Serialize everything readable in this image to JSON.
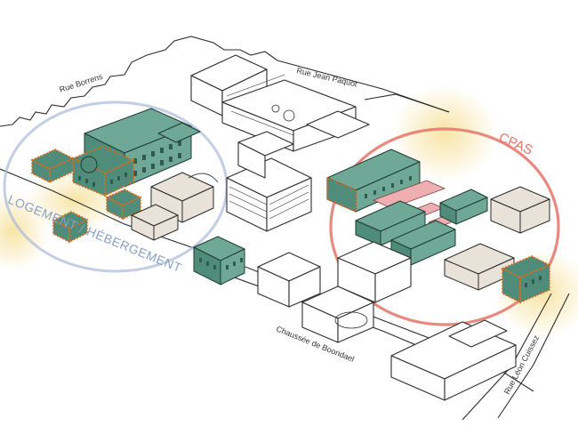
{
  "streets": {
    "borrens": "Rue Borrens",
    "jean_paquot": "Rue Jean Paquot",
    "boondael": "Chaussée de Boondael",
    "leon_cuissez": "Rue Léon Cuissez"
  },
  "zones": {
    "cpas": {
      "label": "CPAS",
      "color": "#e57368"
    },
    "logement": {
      "label": "LOGEMENT / HÉBERGEMENT",
      "color": "#8aa0c8"
    }
  },
  "colors": {
    "highlight_building": "#6fa896",
    "highlight_outline": "#e06a1b",
    "connector": "#efaeb1",
    "sun_glow": "#f7e3a1"
  }
}
